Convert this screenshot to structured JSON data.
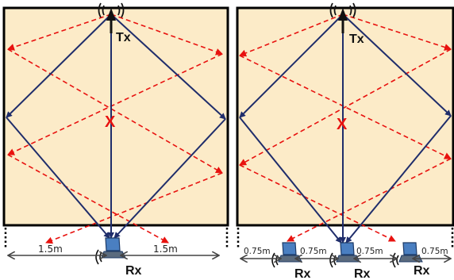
{
  "colors": {
    "room_fill": "#fcebc8",
    "wall": "#000000",
    "direct_path": "#1f2d6b",
    "reflected_path": "#e8120f",
    "dimension_arrow": "#444444"
  },
  "left_panel": {
    "tx_label": "Tx",
    "rx_label": "Rx",
    "center_mark": "X",
    "spacing_labels": [
      "1.5m",
      "1.5m"
    ]
  },
  "right_panel": {
    "tx_label": "Tx",
    "rx_labels": [
      "Rx",
      "Rx",
      "Rx"
    ],
    "center_mark": "X",
    "spacing_labels": [
      "0.75m",
      "0.75m",
      "0.75m",
      "0.75m"
    ]
  }
}
